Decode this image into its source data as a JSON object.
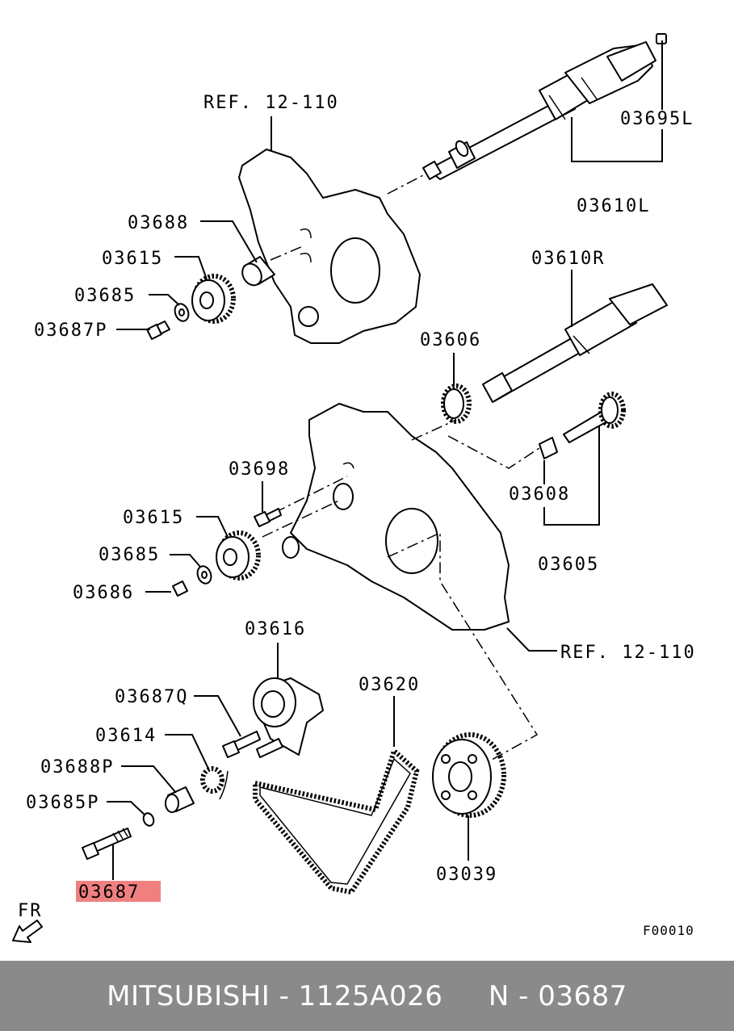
{
  "labels": {
    "ref_top": "REF. 12-110",
    "ref_mid": "REF. 12-110",
    "p03695L": "03695L",
    "p03610L": "03610L",
    "p03688": "03688",
    "p03615_top": "03615",
    "p03685_top": "03685",
    "p03687P": "03687P",
    "p03610R": "03610R",
    "p03606": "03606",
    "p03698": "03698",
    "p03615_mid": "03615",
    "p03685_mid": "03685",
    "p03686": "03686",
    "p03608": "03608",
    "p03605": "03605",
    "p03616": "03616",
    "p03620": "03620",
    "p03687Q": "03687Q",
    "p03614": "03614",
    "p03688P": "03688P",
    "p03685P": "03685P",
    "p03039": "03039",
    "p03687": "03687",
    "fr": "FR",
    "figure_code": "F00010"
  },
  "highlight": {
    "part": "03687",
    "color": "#f08080"
  },
  "footer": {
    "text": "MITSUBISHI - 1125A026     N - 03687",
    "background": "#8a8a8a",
    "color": "#ffffff"
  }
}
